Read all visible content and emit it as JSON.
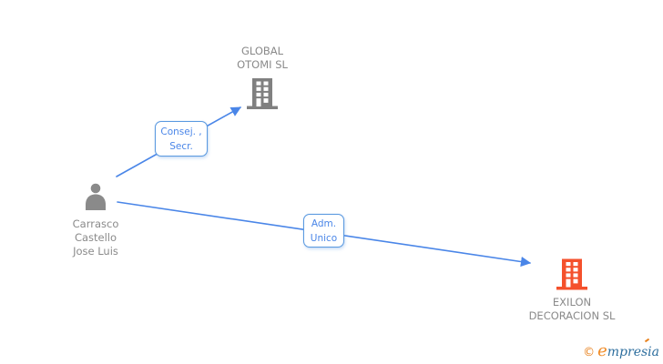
{
  "diagram": {
    "nodes": {
      "person": {
        "type": "person",
        "name_lines": [
          "Carrasco",
          "Castello",
          "Jose Luis"
        ],
        "full_name": "Carrasco Castello Jose Luis"
      },
      "global_otomi": {
        "type": "company",
        "name_lines": [
          "GLOBAL",
          "OTOMI SL"
        ],
        "full_name": "GLOBAL OTOMI SL",
        "icon_color": "#808080"
      },
      "exilon": {
        "type": "company",
        "name_lines": [
          "EXILON",
          "DECORACION SL"
        ],
        "full_name": "EXILON DECORACION SL",
        "icon_color": "#f4512c"
      }
    },
    "edges": {
      "to_global_otomi": {
        "from": "Carrasco Castello Jose Luis",
        "to": "GLOBAL OTOMI SL",
        "label_lines": [
          "Consej. ,",
          "Secr."
        ]
      },
      "to_exilon": {
        "from": "Carrasco Castello Jose Luis",
        "to": "EXILON DECORACION SL",
        "label_lines": [
          "Adm.",
          "Unico"
        ]
      }
    },
    "colors": {
      "edge_blue": "#4a86e8",
      "label_border_blue": "#5b9ae0",
      "node_text_gray": "#8a8a8a",
      "person_icon_gray": "#8a8a8a",
      "company_icon_gray": "#808080",
      "company_icon_orange": "#f4512c"
    }
  },
  "footer": {
    "copyright_symbol": "©",
    "brand_first_letter": "e",
    "brand_rest": "mpresia",
    "brand_full": "empresia"
  }
}
